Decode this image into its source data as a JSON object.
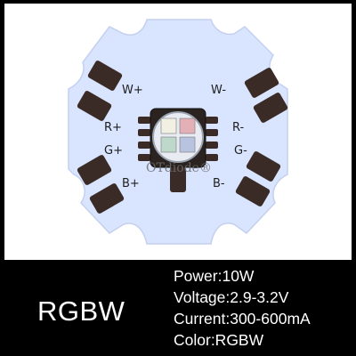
{
  "product": {
    "name": "RGBW",
    "board_pad_labels": {
      "w_plus": "W+",
      "r_plus": "R+",
      "g_plus": "G+",
      "b_plus": "B+",
      "w_minus": "W-",
      "r_minus": "R-",
      "g_minus": "G-",
      "b_minus": "B-"
    },
    "watermark": "OTdiode®"
  },
  "specs": [
    {
      "text": "Power:10W"
    },
    {
      "text": "Voltage:2.9-3.2V"
    },
    {
      "text": "Current:300-600mA"
    },
    {
      "text": "Color:RGBW"
    }
  ],
  "colors": {
    "board": "#d9e4ff",
    "pad": "#3a2b26",
    "led_white": "#f2f0e3",
    "led_red": "#e4b0b8",
    "led_green": "#bfd8cc",
    "led_blue": "#b8c4df"
  }
}
